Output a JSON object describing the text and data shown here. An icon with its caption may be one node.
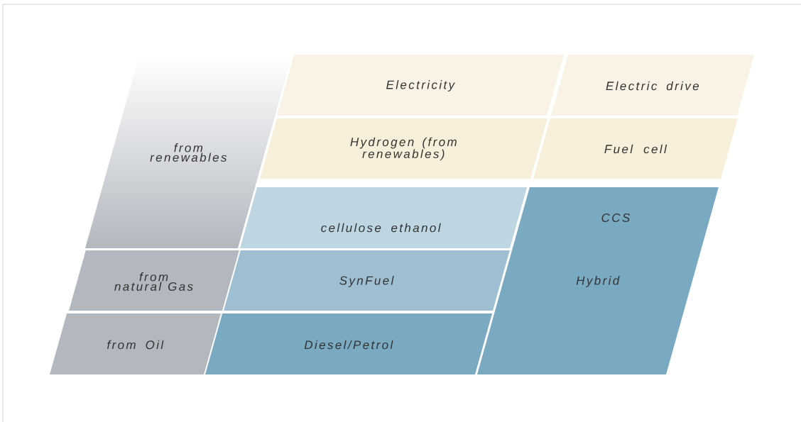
{
  "diagram": {
    "nodes": [
      {
        "text": [
          "from renewables"
        ]
      },
      {
        "text": [
          "Electricity"
        ]
      },
      {
        "text": [
          "Electric drive"
        ]
      },
      {
        "text": [
          "Hydrogen (from renewables)"
        ]
      },
      {
        "text": [
          "Fuel cell"
        ]
      },
      {
        "text": [
          "cellulose ethanol"
        ]
      },
      {
        "text": [
          "CCS",
          "Hybrid"
        ]
      },
      {
        "text": [
          "from natural Gas"
        ]
      },
      {
        "text": [
          "SynFuel"
        ]
      },
      {
        "text": [
          "from Oil"
        ]
      },
      {
        "text": [
          "Diesel/Petrol"
        ]
      }
    ]
  }
}
